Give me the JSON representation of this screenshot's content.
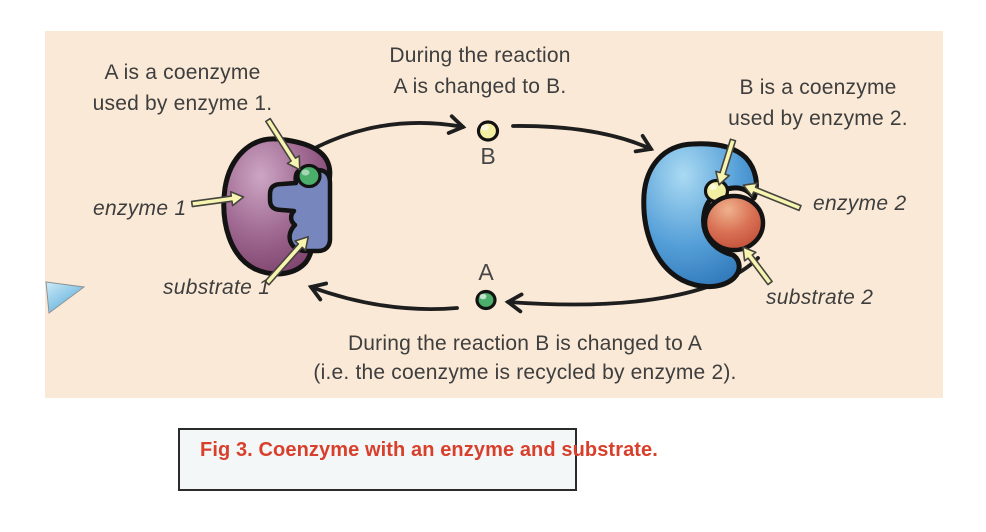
{
  "colors": {
    "panel_bg": "#f9e9d6",
    "text": "#3e3e3e",
    "caption_text": "#d8402c",
    "caption_bg": "#f3f7f7",
    "enzyme1_fill": "#9c5d8a",
    "substrate1_fill": "#7787bd",
    "coenzyme_a_fill": "#4cae6b",
    "enzyme2_fill": "#3e8fcc",
    "substrate2_fill": "#cd5c42",
    "coenzyme_b_fill": "#f3efa2",
    "pointer_fill": "#f7f4b0",
    "arrow_stroke": "#1e1e1e",
    "bullet_triangle": "#7fc4e8"
  },
  "diagram": {
    "note_a_line1": "A is a coenzyme",
    "note_a_line2": "used by enzyme 1.",
    "note_top_line1": "During the reaction",
    "note_top_line2": "A is changed to B.",
    "note_b_line1": "B is a coenzyme",
    "note_b_line2": "used by enzyme 2.",
    "letter_b": "B",
    "letter_a": "A",
    "label_enzyme1": "enzyme 1",
    "label_substrate1": "substrate 1",
    "label_enzyme2": "enzyme 2",
    "label_substrate2": "substrate 2",
    "note_bottom_line1": "During the reaction B is changed to A",
    "note_bottom_line2": "(i.e. the coenzyme is recycled by enzyme 2)."
  },
  "caption": {
    "text": "Fig 3. Coenzyme with an enzyme and substrate."
  }
}
